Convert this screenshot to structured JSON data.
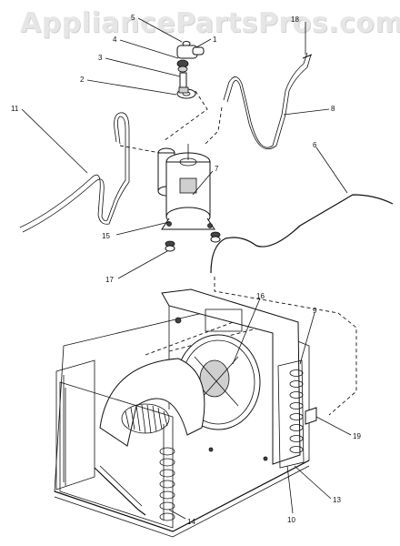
{
  "watermark": "AppliancePartsPros.com",
  "callouts": [
    {
      "id": "c1",
      "label": "1"
    },
    {
      "id": "c2",
      "label": "2"
    },
    {
      "id": "c3",
      "label": "3"
    },
    {
      "id": "c4",
      "label": "4"
    },
    {
      "id": "c5",
      "label": "5"
    },
    {
      "id": "c6",
      "label": "6"
    },
    {
      "id": "c7",
      "label": "7"
    },
    {
      "id": "c8",
      "label": "8"
    },
    {
      "id": "c9",
      "label": "9"
    },
    {
      "id": "c10",
      "label": "10"
    },
    {
      "id": "c11",
      "label": "11"
    },
    {
      "id": "c13",
      "label": "13"
    },
    {
      "id": "c14",
      "label": "14"
    },
    {
      "id": "c15",
      "label": "15"
    },
    {
      "id": "c16",
      "label": "16"
    },
    {
      "id": "c17",
      "label": "17"
    },
    {
      "id": "c18",
      "label": "18"
    },
    {
      "id": "c19",
      "label": "19"
    }
  ]
}
